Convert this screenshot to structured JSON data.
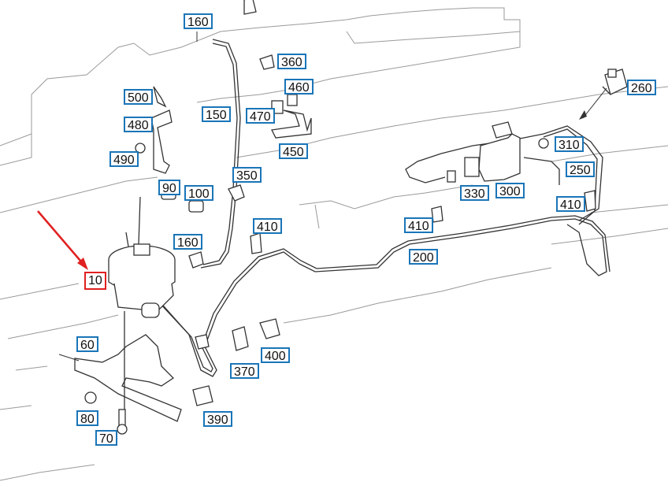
{
  "diagram": {
    "labels": [
      "160",
      "360",
      "460",
      "500",
      "480",
      "150",
      "470",
      "450",
      "490",
      "260",
      "310",
      "250",
      "330",
      "300",
      "410",
      "350",
      "90",
      "100",
      "410",
      "160",
      "10",
      "410",
      "200",
      "60",
      "370",
      "400",
      "80",
      "70",
      "390"
    ],
    "selected_label": "10",
    "colors": {
      "callout_border": "#1a75b8",
      "selected_border": "#e02020",
      "arrow": "#e02020",
      "line_art": "#333333",
      "background_art": "#9a9a9a"
    }
  }
}
